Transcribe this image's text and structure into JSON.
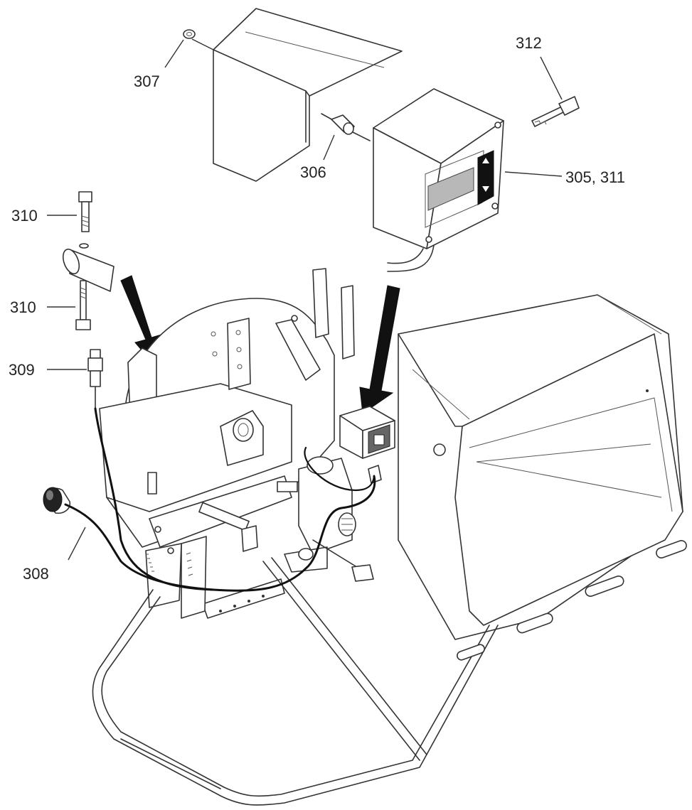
{
  "callouts": {
    "c307": "307",
    "c306": "306",
    "c312": "312",
    "c305_311": "305, 311",
    "c310_top": "310",
    "c310_bottom": "310",
    "c309": "309",
    "c308": "308"
  },
  "colors": {
    "ink": "#222222",
    "paper": "#ffffff",
    "wire": "#111111"
  },
  "icons": [
    "cover-plate",
    "cable-gland",
    "key",
    "control-box",
    "bolt",
    "sleeve",
    "push-button-sensor",
    "sensor-probe",
    "burner-housing",
    "frame"
  ]
}
